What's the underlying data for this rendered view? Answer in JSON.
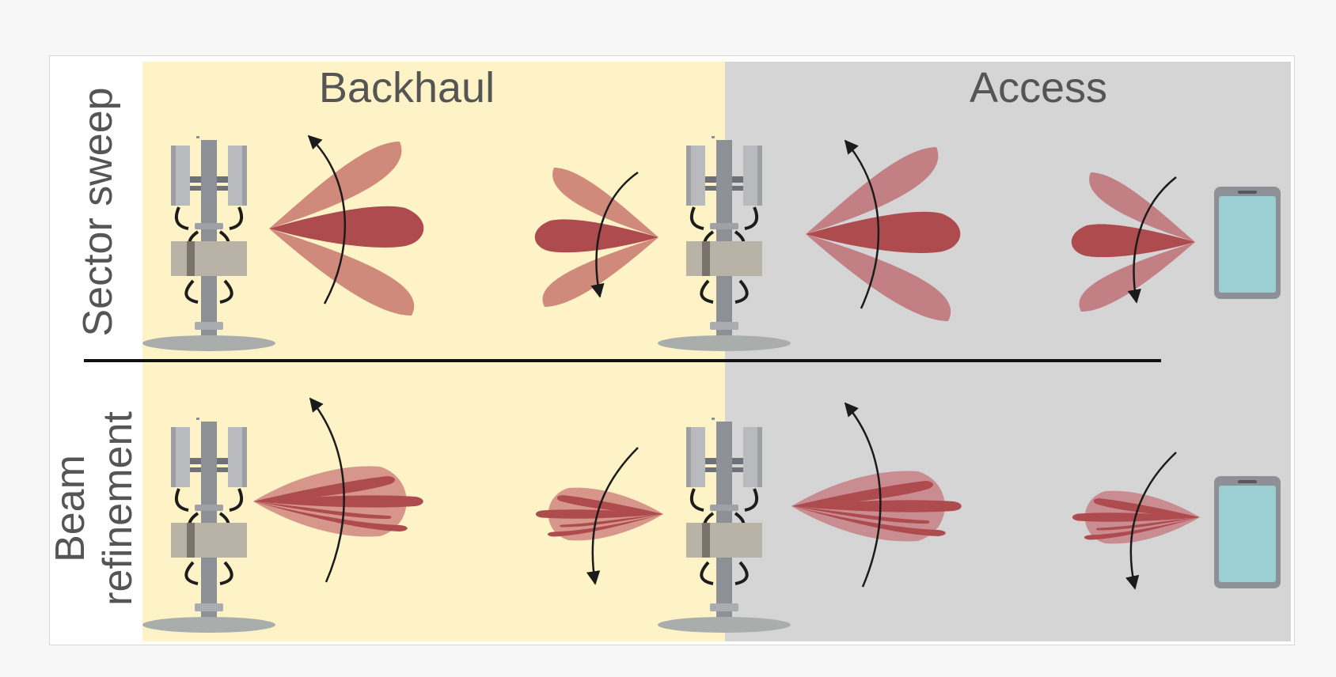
{
  "sections": {
    "backhaul": "Backhaul",
    "access": "Access"
  },
  "rows": {
    "sector_sweep": "Sector sweep",
    "beam_refinement_line1": "Beam",
    "beam_refinement_line2": "refinement"
  },
  "colors": {
    "backhaul_bg": "#fef3c6",
    "access_bg": "#d5d5d5",
    "beam_dark": "#ad4b4f",
    "beam_light_backhaul": "#cf8a7b",
    "beam_light_access": "#c28085",
    "phone_screen": "#9ccfd4",
    "tower_gray": "#8d9097"
  }
}
